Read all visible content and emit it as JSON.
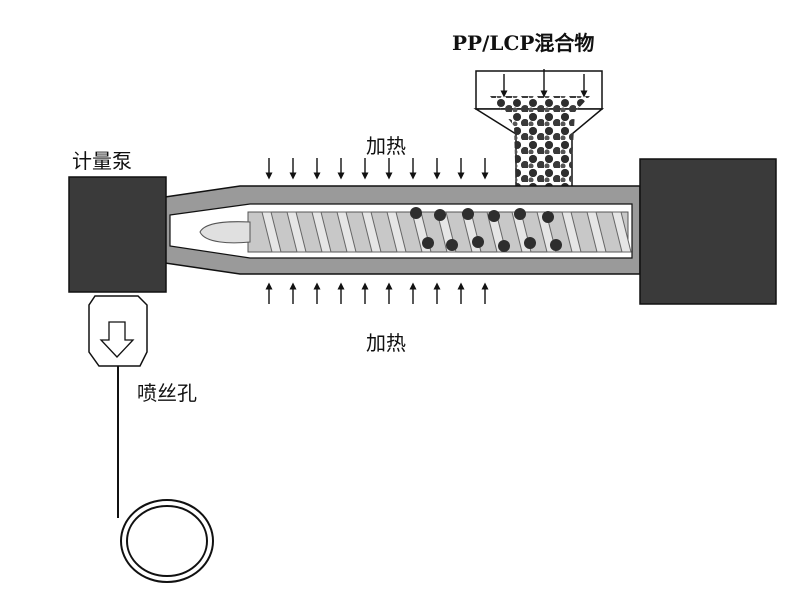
{
  "labels": {
    "mixture": "PP/LCP混合物",
    "heating_top": "加热",
    "heating_bottom": "加热",
    "metering_pump": "计量泵",
    "spinneret": "喷丝孔"
  },
  "colors": {
    "dark_block": "#3a3a3a",
    "barrel_gray": "#9a9a9a",
    "screw_light": "#d9d9d9",
    "pellet": "#2e2e2e",
    "line": "#111111"
  }
}
